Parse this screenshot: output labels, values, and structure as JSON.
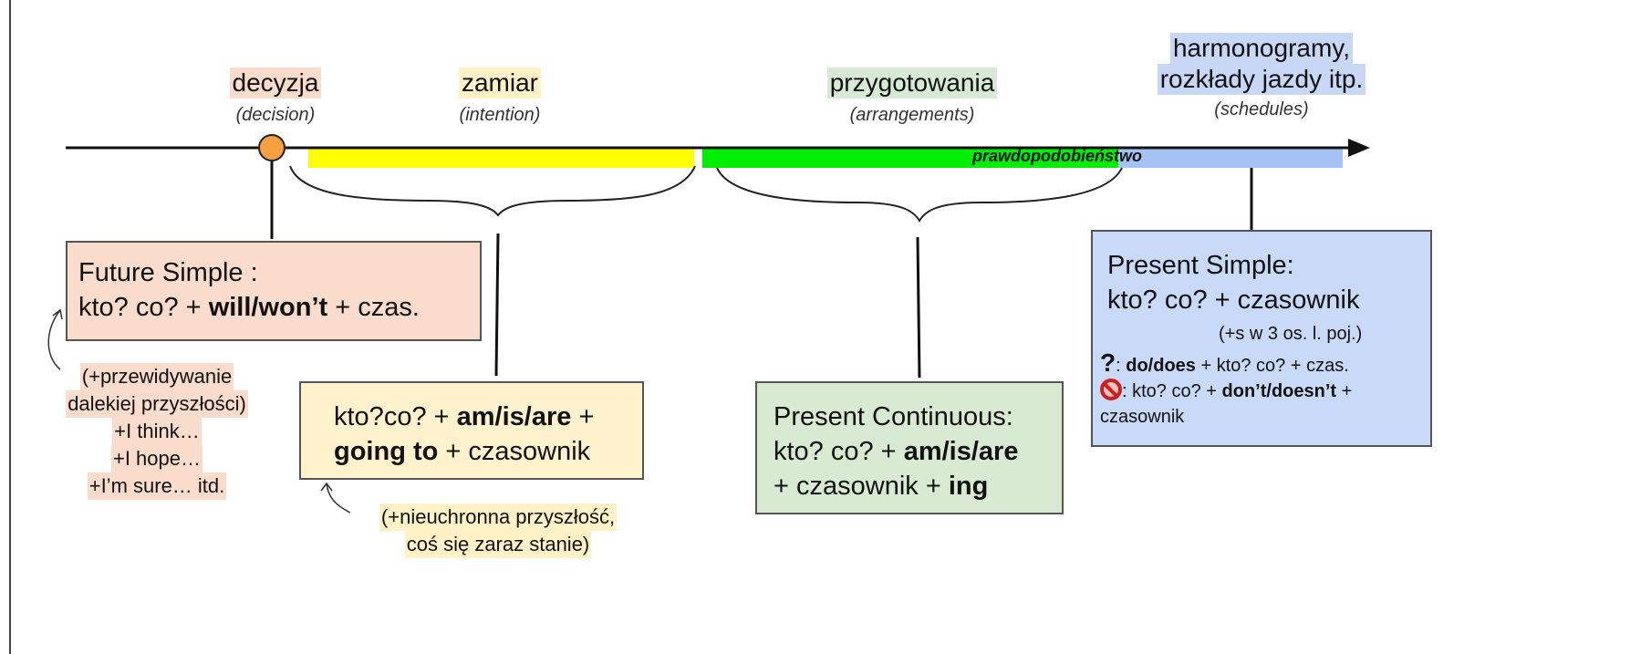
{
  "timeline": {
    "decision": {
      "title": "decyzja",
      "subtitle": "(decision)"
    },
    "intention": {
      "title": "zamiar",
      "subtitle": "(intention)"
    },
    "arrangements": {
      "title": "przygotowania",
      "subtitle": "(arrangements)"
    },
    "schedules": {
      "title_line1": "harmonogramy,",
      "title_line2": "rozkłady jazdy itp.",
      "subtitle": "(schedules)"
    },
    "probability_label": "prawdopodobieństwo",
    "colors": {
      "intention": "#ffff00",
      "arrangements": "#00ee00",
      "schedules": "#a4c2f4",
      "decision_point": "#f6a042"
    }
  },
  "future_simple": {
    "line1": "Future Simple :",
    "line2_pre": "kto? co? + ",
    "line2_bold": "will/won’t",
    "line2_post": " + czas.",
    "notes": [
      "(+przewidywanie",
      "dalekiej przyszłości)",
      "+I think…",
      "+I hope…",
      "+I’m sure… itd."
    ],
    "color": "#f9dccb"
  },
  "going_to": {
    "line1_pre": "kto?co? + ",
    "line1_bold": "am/is/are",
    "line1_post": " +",
    "line2_bold": "going to",
    "line2_post": " + czasownik",
    "notes": [
      "(+nieuchronna przyszłość,",
      "coś się zaraz stanie)"
    ],
    "color": "#fff2cc"
  },
  "present_continuous": {
    "line1": "Present Continuous:",
    "line2_pre": "kto? co? + ",
    "line2_bold": "am/is/are",
    "line3_pre": "+ czasownik + ",
    "line3_bold": "ing",
    "color": "#d9ead3"
  },
  "present_simple": {
    "line1": "Present Simple:",
    "line2": "kto? co? + czasownik",
    "line3": "(+s w 3 os. l. poj.)",
    "question_symbol": "?",
    "question_bold": "do/does",
    "question_rest": " + kto? co? + czas.",
    "negative_icon": "no-entry-icon",
    "negative_pre": ": kto? co? + ",
    "negative_bold": "don’t/doesn’t",
    "negative_post": " +",
    "negative_line2": "czasownik",
    "color": "#c9daf8"
  }
}
